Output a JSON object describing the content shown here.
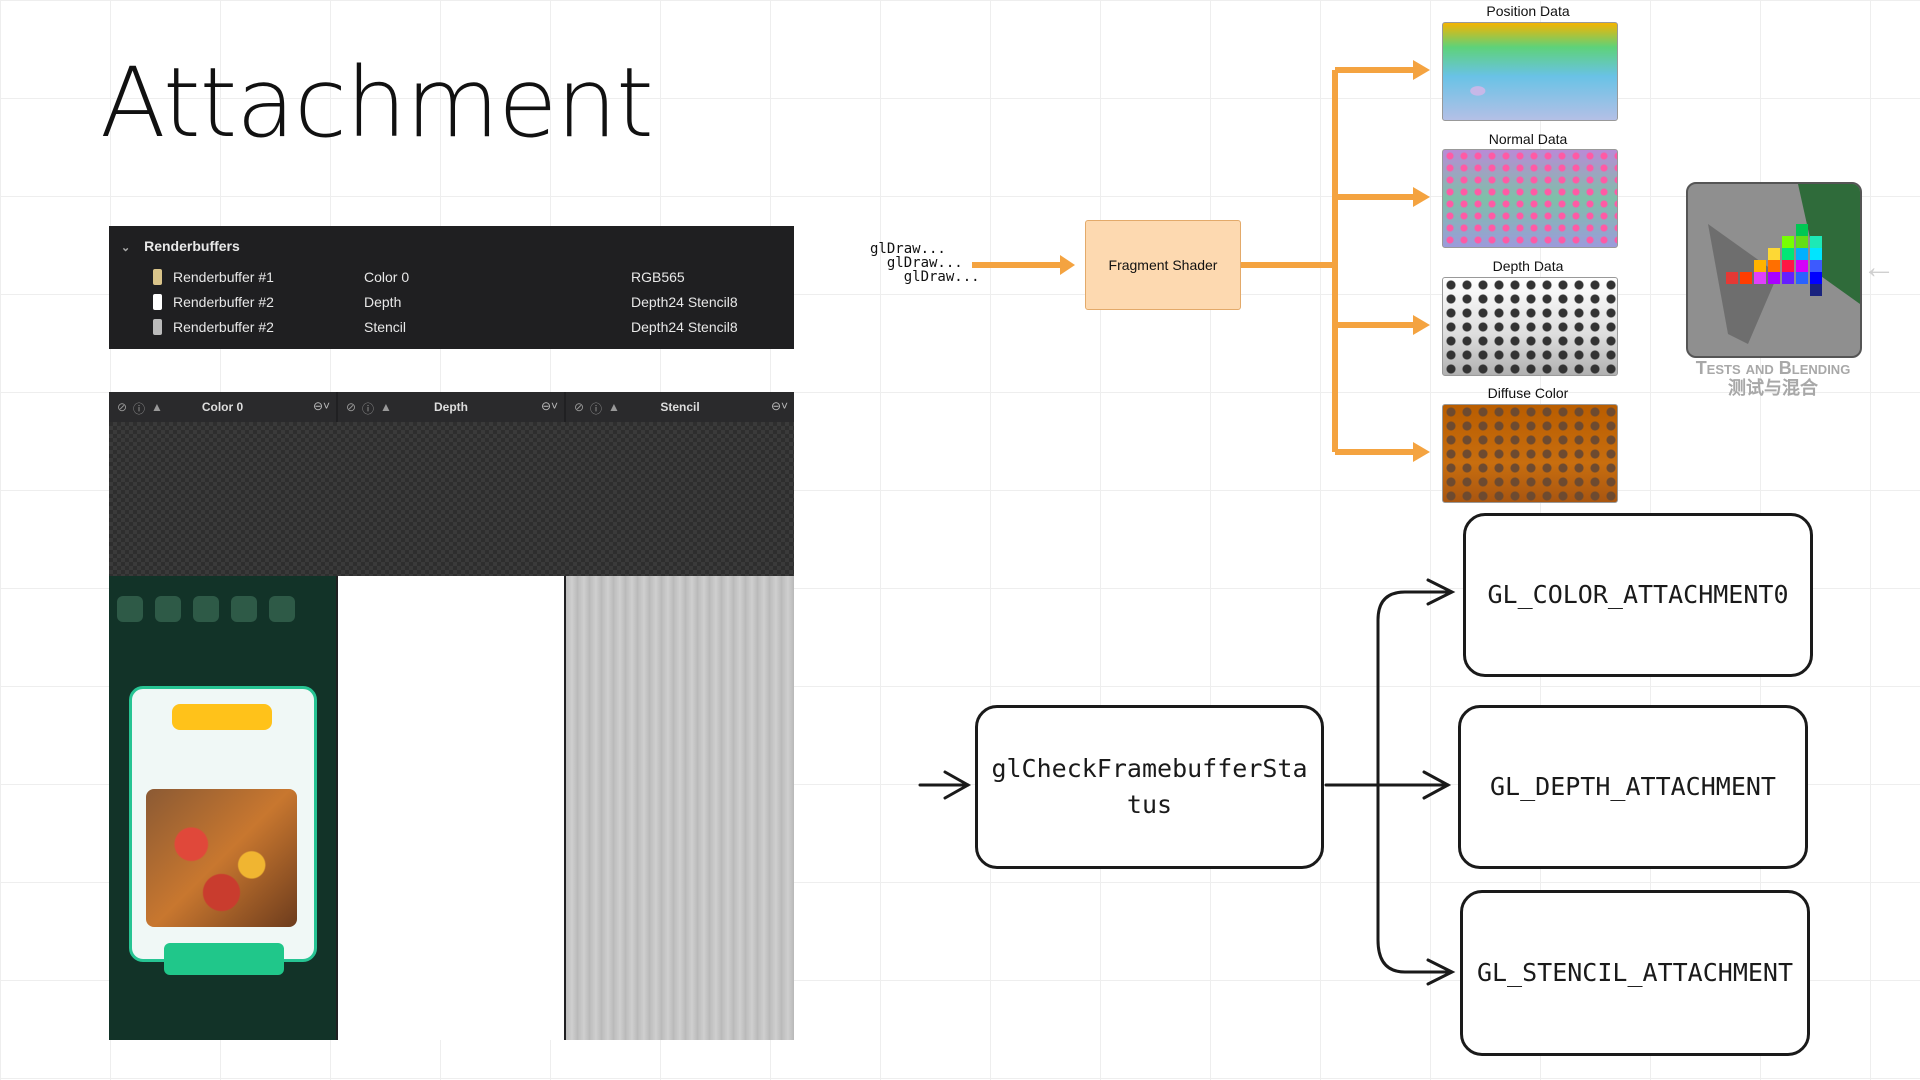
{
  "slide": {
    "title": "Attachment"
  },
  "renderbuffers": {
    "header": "Renderbuffers",
    "rows": [
      {
        "name": "Renderbuffer #1",
        "kind": "Color 0",
        "format": "RGB565",
        "icon_color": "#d9c48a"
      },
      {
        "name": "Renderbuffer #2",
        "kind": "Depth",
        "format": "Depth24 Stencil8",
        "icon_color": "#ffffff"
      },
      {
        "name": "Renderbuffer #2",
        "kind": "Stencil",
        "format": "Depth24 Stencil8",
        "icon_color": "#bbbbbb"
      }
    ]
  },
  "viewer": {
    "panes": [
      {
        "label": "Color 0"
      },
      {
        "label": "Depth"
      },
      {
        "label": "Stencil"
      }
    ]
  },
  "pipeline": {
    "input_lines": [
      "glDraw...",
      "glDraw...",
      "glDraw..."
    ],
    "shader": "Fragment Shader",
    "outputs": [
      "Position Data",
      "Normal Data",
      "Depth Data",
      "Diffuse Color"
    ]
  },
  "tests_blending": {
    "label_en": "Tests and Blending",
    "label_zh": "测试与混合"
  },
  "framebuffer": {
    "check": "glCheckFramebufferSta tus",
    "check_line1": "glCheckFramebufferSta",
    "check_line2": "tus",
    "attachments": [
      "GL_COLOR_ATTACHMENT0",
      "GL_DEPTH_ATTACHMENT",
      "GL_STENCIL_ATTACHMENT"
    ]
  },
  "colors": {
    "accent_orange": "#f4a340",
    "shader_fill": "#fdd9b0",
    "line_dark": "#1a1a1a"
  }
}
